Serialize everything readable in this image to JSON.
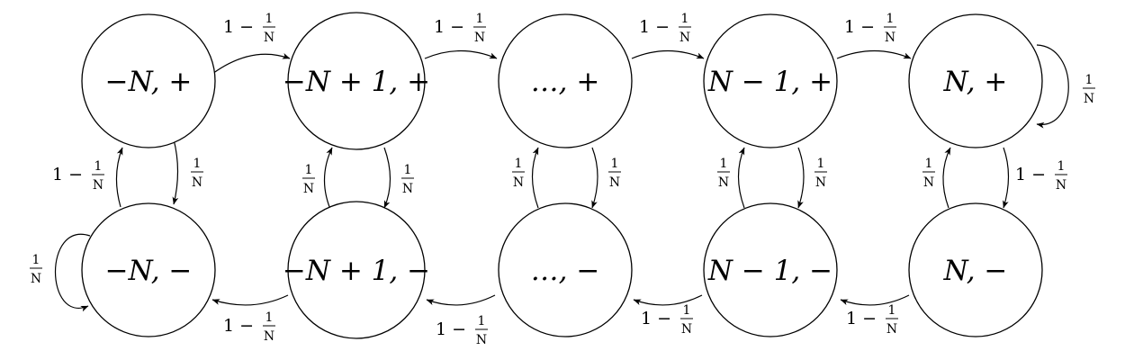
{
  "diagram": {
    "nodes": [
      {
        "id": "n_neg_plus",
        "label": "−N, +"
      },
      {
        "id": "n_neg1_plus",
        "label": "−N + 1, +"
      },
      {
        "id": "n_dots_plus",
        "label": "…, +"
      },
      {
        "id": "n_nm1_plus",
        "label": "N − 1, +"
      },
      {
        "id": "n_pos_plus",
        "label": "N, +"
      },
      {
        "id": "n_neg_minus",
        "label": "−N, −"
      },
      {
        "id": "n_neg1_minus",
        "label": "−N + 1, −"
      },
      {
        "id": "n_dots_minus",
        "label": "…, −"
      },
      {
        "id": "n_nm1_minus",
        "label": "N − 1, −"
      },
      {
        "id": "n_pos_minus",
        "label": "N, −"
      }
    ],
    "labels": {
      "one_minus": "1 −",
      "num": "1",
      "den": "N"
    },
    "edges": [
      {
        "from": "n_neg_plus",
        "to": "n_neg1_plus",
        "prob": "1 − 1/N"
      },
      {
        "from": "n_neg1_plus",
        "to": "n_dots_plus",
        "prob": "1 − 1/N"
      },
      {
        "from": "n_dots_plus",
        "to": "n_nm1_plus",
        "prob": "1 − 1/N"
      },
      {
        "from": "n_nm1_plus",
        "to": "n_pos_plus",
        "prob": "1 − 1/N"
      },
      {
        "from": "n_pos_plus",
        "to": "n_pos_plus",
        "prob": "1/N"
      },
      {
        "from": "n_neg_plus",
        "to": "n_neg_minus",
        "prob": "1/N"
      },
      {
        "from": "n_neg_minus",
        "to": "n_neg_plus",
        "prob": "1 − 1/N"
      },
      {
        "from": "n_neg1_plus",
        "to": "n_neg1_minus",
        "prob": "1/N"
      },
      {
        "from": "n_neg1_minus",
        "to": "n_neg1_plus",
        "prob": "1/N"
      },
      {
        "from": "n_dots_plus",
        "to": "n_dots_minus",
        "prob": "1/N"
      },
      {
        "from": "n_dots_minus",
        "to": "n_dots_plus",
        "prob": "1/N"
      },
      {
        "from": "n_nm1_plus",
        "to": "n_nm1_minus",
        "prob": "1/N"
      },
      {
        "from": "n_nm1_minus",
        "to": "n_nm1_plus",
        "prob": "1/N"
      },
      {
        "from": "n_pos_plus",
        "to": "n_pos_minus",
        "prob": "1 − 1/N"
      },
      {
        "from": "n_pos_minus",
        "to": "n_pos_plus",
        "prob": "1/N"
      },
      {
        "from": "n_neg_minus",
        "to": "n_neg_minus",
        "prob": "1/N"
      },
      {
        "from": "n_neg1_minus",
        "to": "n_neg_minus",
        "prob": "1 − 1/N"
      },
      {
        "from": "n_dots_minus",
        "to": "n_neg1_minus",
        "prob": "1 − 1/N"
      },
      {
        "from": "n_nm1_minus",
        "to": "n_dots_minus",
        "prob": "1 − 1/N"
      },
      {
        "from": "n_pos_minus",
        "to": "n_nm1_minus",
        "prob": "1 − 1/N"
      }
    ]
  }
}
